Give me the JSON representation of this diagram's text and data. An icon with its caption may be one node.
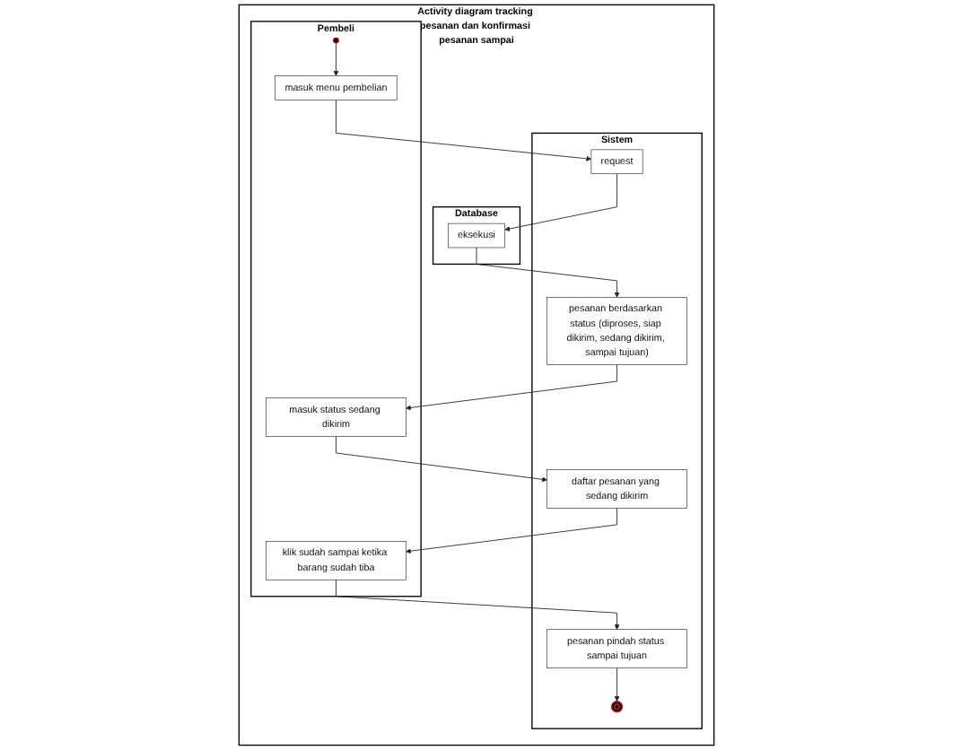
{
  "diagram": {
    "nodes": [
      {
        "text": [
          "Activity diagram tracking pesanan dan konfirmasi pesanan sampai"
        ]
      },
      {
        "text": [
          "Pembeli"
        ],
        "in": 0
      },
      {
        "text": [
          "Sistem"
        ],
        "in": 0
      },
      {
        "text": [
          "Database"
        ],
        "in": 0
      },
      {
        "text": [],
        "shape": "circle",
        "in": 1
      },
      {
        "text": [
          "masuk menu pembelian"
        ],
        "in": 1
      },
      {
        "text": [
          "request"
        ],
        "in": 2
      },
      {
        "text": [
          "eksekusi"
        ],
        "in": 3
      },
      {
        "text": [
          "pesanan berdasarkan status (diproses, siap dikirim, sedang dikirim, sampai tujuan)"
        ],
        "in": 2
      },
      {
        "text": [
          "masuk status sedang dikirim"
        ],
        "in": 1
      },
      {
        "text": [
          "daftar pesanan yang sedang dikirim"
        ],
        "in": 2
      },
      {
        "text": [
          "klik sudah sampai ketika barang sudah tiba"
        ],
        "in": 1
      },
      {
        "text": [
          "pesanan pindah status sampai tujuan"
        ],
        "in": 2
      },
      {
        "text": [],
        "shape": "bullseye",
        "in": 2
      }
    ],
    "edges": [
      {
        "from": 4,
        "to": 5,
        "arrow": "to"
      },
      {
        "from": 5,
        "to": 6,
        "arrow": "to"
      },
      {
        "from": 6,
        "to": 7,
        "arrow": "to"
      },
      {
        "from": 7,
        "to": 8,
        "arrow": "to"
      },
      {
        "from": 8,
        "to": 9,
        "arrow": "to"
      },
      {
        "from": 9,
        "to": 10,
        "arrow": "to"
      },
      {
        "from": 10,
        "to": 11,
        "arrow": "to"
      },
      {
        "from": 11,
        "to": 12,
        "arrow": "to"
      },
      {
        "from": 12,
        "to": 13,
        "arrow": "to"
      }
    ]
  }
}
